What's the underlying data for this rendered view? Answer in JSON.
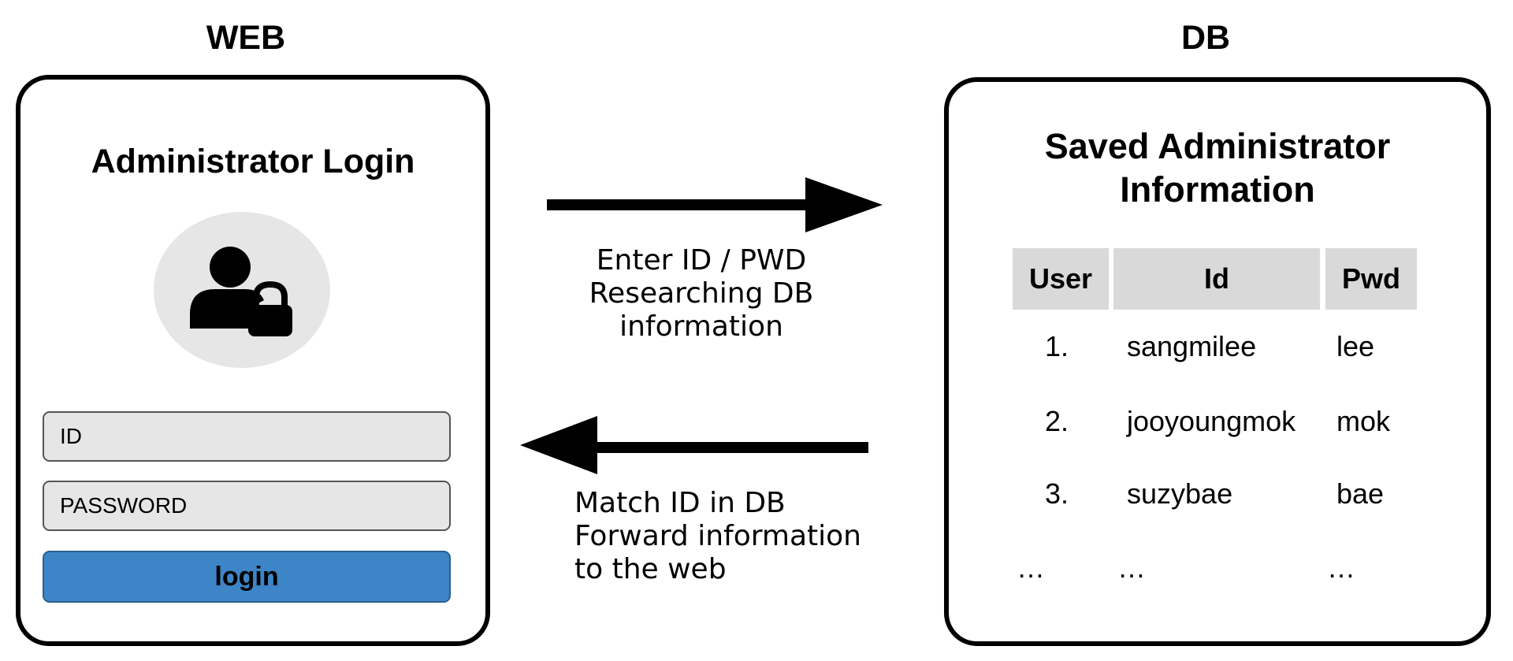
{
  "web": {
    "title": "WEB",
    "login_title": "Administrator Login",
    "id_placeholder": "ID",
    "password_placeholder": "PASSWORD",
    "login_label": "login",
    "avatar_icon": "user-lock-icon"
  },
  "db": {
    "title": "DB",
    "heading_line1": "Saved Administrator",
    "heading_line2": "Information",
    "columns": [
      "User",
      "Id",
      "Pwd"
    ],
    "rows": [
      [
        "1.",
        "sangmilee",
        "lee"
      ],
      [
        "2.",
        "jooyoungmok",
        "mok"
      ],
      [
        "3.",
        "suzybae",
        "bae"
      ],
      [
        "…",
        "…",
        "…"
      ]
    ]
  },
  "arrows": {
    "forward": {
      "line1": "Enter ID / PWD",
      "line2": "Researching DB",
      "line3": "information"
    },
    "back": {
      "line1": "Match ID in DB",
      "line2": "Forward information",
      "line3": "to the web"
    }
  },
  "colors": {
    "login_button": "#3d85c6",
    "field_bg": "#e6e6e6",
    "header_bg": "#d9d9d9"
  }
}
